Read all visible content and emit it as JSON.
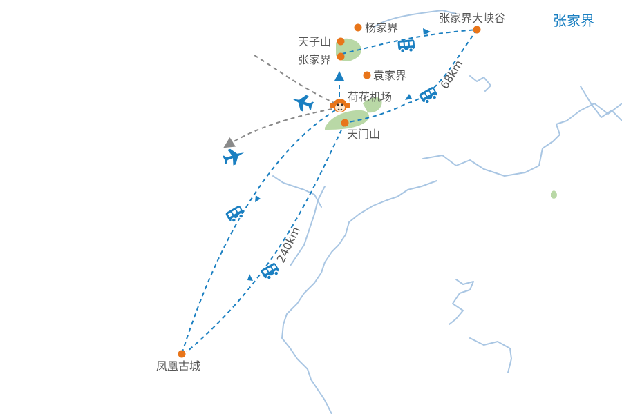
{
  "map": {
    "region_title": "张家界",
    "places": {
      "tianzishan": "天子山",
      "yangjiajie": "杨家界",
      "zhangjiajie": "张家界",
      "yuanjiajie": "袁家界",
      "grand_canyon": "张家界大峡谷",
      "airport": "荷花机场",
      "tianmenshan": "天门山",
      "fenghuang": "凤凰古城"
    },
    "distances": {
      "canyon_to_tianmen": "68km",
      "tianmen_to_fenghuang": "240km"
    },
    "icons": [
      "airplane-icon",
      "bus-icon",
      "monkey-mascot-icon"
    ],
    "colors": {
      "route": "#1a7fc1",
      "flight_path": "#8a8a8a",
      "marker": "#e8751a",
      "river": "#a9c6e3",
      "forest": "#b9d8a6",
      "text": "#555555",
      "title": "#1a7fc1"
    }
  }
}
